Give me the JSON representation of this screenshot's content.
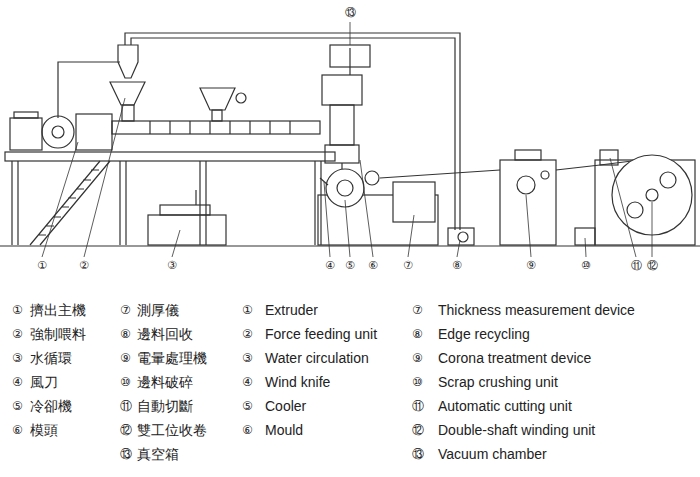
{
  "diagram": {
    "labels": [
      "⑬",
      "①",
      "②",
      "③",
      "④",
      "⑤",
      "⑥",
      "⑦",
      "⑧",
      "⑨",
      "⑩",
      "⑪",
      "⑫",
      "①",
      "擠出主機",
      "②",
      "強制喂料",
      "③",
      "水循環",
      "④",
      "風刀",
      "⑤",
      "冷卻機",
      "⑥",
      "模頭",
      "⑦",
      "測厚儀",
      "⑧",
      "邊料回收",
      "⑨",
      "電暈處理機",
      "⑩",
      "邊料破碎",
      "⑪",
      "自動切斷",
      "⑫",
      "雙工位收卷",
      "⑬",
      "真空箱",
      "①",
      "Extruder",
      "②",
      "Force feeding unit",
      "③",
      "Water circulation",
      "④",
      "Wind knife",
      "⑤",
      "Cooler",
      "⑥",
      "Mould",
      "⑦",
      "Thickness measurement device",
      "⑧",
      "Edge recycling",
      "⑨",
      "Corona treatment device",
      "⑩",
      "Scrap crushing unit",
      "⑪",
      "Automatic cutting unit",
      "⑫",
      "Double-shaft winding unit",
      "⑬",
      "Vacuum chamber"
    ]
  }
}
